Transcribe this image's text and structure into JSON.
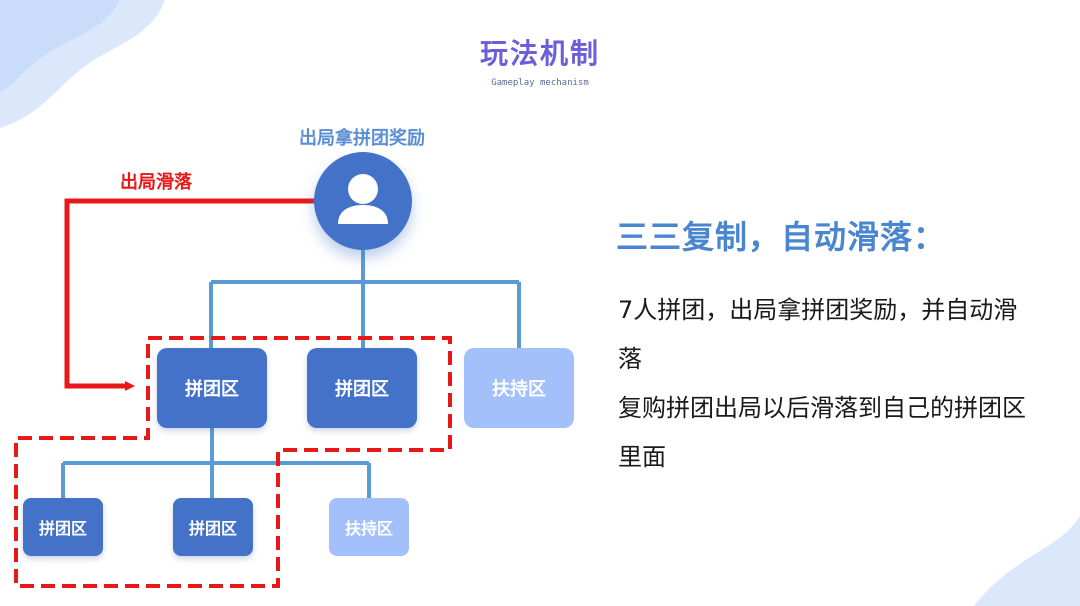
{
  "header": {
    "title": "玩法机制",
    "subtitle": "Gameplay mechanism"
  },
  "diagram": {
    "top_label": "出局拿拼团奖励",
    "slide_label": "出局滑落",
    "level1": [
      {
        "label": "拼团区",
        "kind": "group"
      },
      {
        "label": "拼团区",
        "kind": "group"
      },
      {
        "label": "扶持区",
        "kind": "support"
      }
    ],
    "level2": [
      {
        "label": "拼团区",
        "kind": "group"
      },
      {
        "label": "拼团区",
        "kind": "group"
      },
      {
        "label": "扶持区",
        "kind": "support"
      }
    ],
    "colors": {
      "node_primary": "#4472c8",
      "node_support": "#a3c0fb",
      "connector": "#5b9bd5",
      "highlight": "#e81818"
    }
  },
  "description": {
    "heading": "三三复制，自动滑落：",
    "paragraphs": [
      "7人拼团，出局拿拼团奖励，并自动滑落",
      "复购拼团出局以后滑落到自己的拼团区里面"
    ]
  }
}
